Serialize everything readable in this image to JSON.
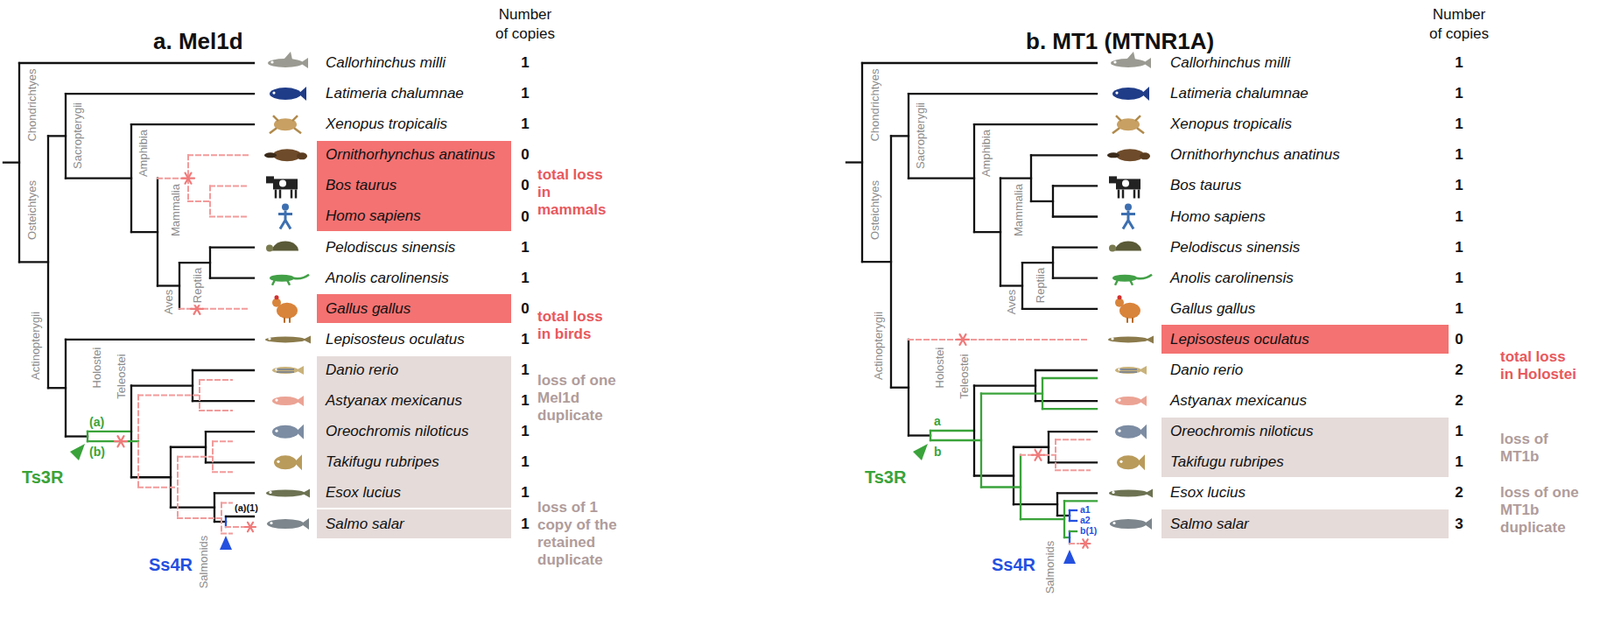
{
  "diagram": {
    "nodes": [
      {
        "text": [
          "Ornithorhynchus anatinus",
          "Bos taurus",
          "Homo sapiens"
        ]
      },
      {
        "text": [
          "Gallus gallus"
        ]
      },
      {
        "text": [
          "Danio rerio",
          "Astyanax mexicanus",
          "Oreochromis niloticus",
          "Takifugu rubripes",
          "Esox lucius"
        ]
      },
      {
        "text": [
          "Salmo salar"
        ]
      },
      {
        "text": [
          "Lepisosteus oculatus"
        ]
      },
      {
        "text": [
          "Oreochromis niloticus",
          "Takifugu rubripes"
        ]
      },
      {
        "text": [
          "Salmo salar"
        ]
      }
    ],
    "labels": [
      "a. Mel1d",
      "Number of copies",
      "Chondrichtyes",
      "Osteichtyes",
      "Sacropterygii",
      "Amphibia",
      "Mammalia",
      "Reptiia",
      "Aves",
      "Actinopterygii",
      "Holostei",
      "Teleostei",
      "Salmonids",
      "Callorhinchus milli",
      "Latimeria chalumnae",
      "Xenopus tropicalis",
      "Pelodiscus sinensis",
      "Anolis carolinensis",
      "Lepisosteus oculatus",
      "1",
      "1",
      "1",
      "0",
      "0",
      "0",
      "1",
      "1",
      "0",
      "1",
      "1",
      "1",
      "1",
      "1",
      "1",
      "1",
      "total loss in mammals",
      "total loss in birds",
      "loss of one Mel1d duplicate",
      "loss of 1 copy of the retained duplicate",
      "(a)",
      "(b)",
      "Ts3R",
      "Ss4R",
      "(a)(1)",
      "b. MT1 (MTNR1A)",
      "Number of copies",
      "Chondrichtyes",
      "Osteichtyes",
      "Sacropterygii",
      "Amphibia",
      "Mammalia",
      "Reptiia",
      "Aves",
      "Actinopterygii",
      "Holostei",
      "Teleostei",
      "Salmonids",
      "Callorhinchus milli",
      "Latimeria chalumnae",
      "Xenopus tropicalis",
      "Ornithorhynchus anatinus",
      "Bos taurus",
      "Homo sapiens",
      "Pelodiscus sinensis",
      "Anolis carolinensis",
      "Gallus gallus",
      "Danio rerio",
      "Astyanax mexicanus",
      "Esox lucius",
      "1",
      "1",
      "1",
      "1",
      "1",
      "1",
      "1",
      "1",
      "1",
      "0",
      "2",
      "2",
      "1",
      "1",
      "2",
      "3",
      "total loss in Holostei",
      "loss of MT1b",
      "loss of one MT1b duplicate",
      "a",
      "b",
      "Ts3R",
      "Ss4R",
      "a1",
      "a2",
      "b(1)"
    ]
  }
}
